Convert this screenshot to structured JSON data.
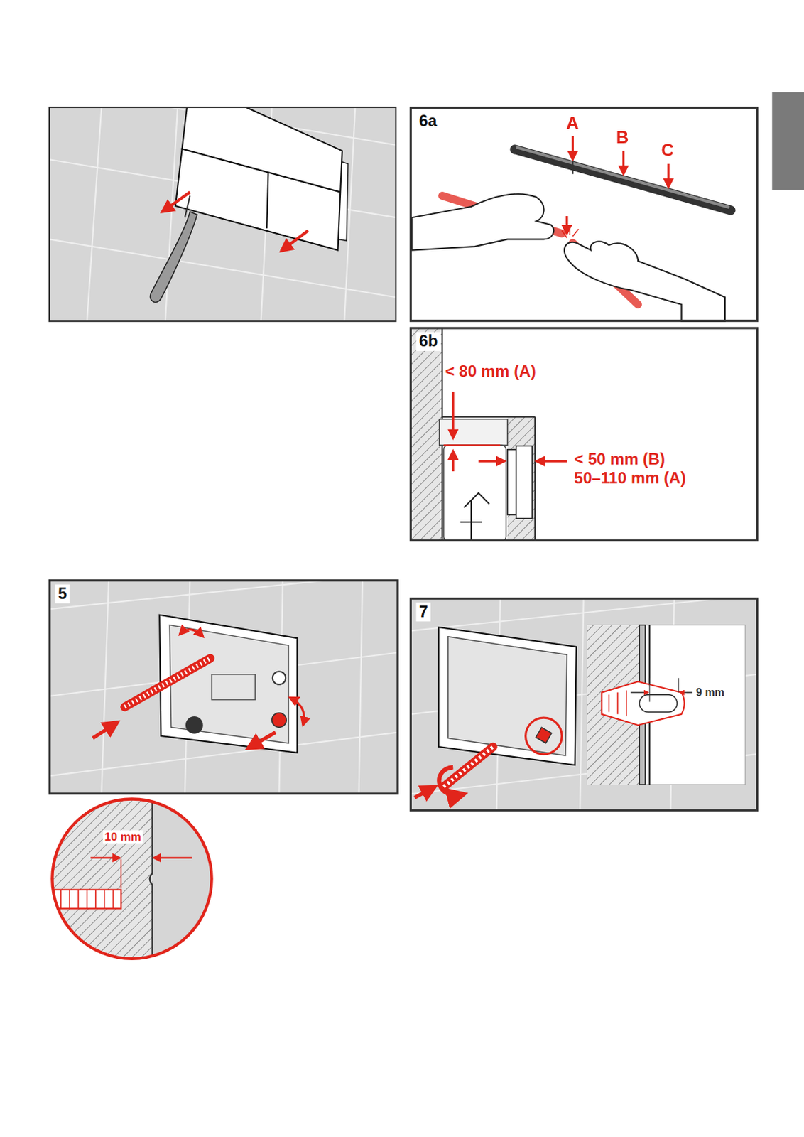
{
  "diagram": {
    "nodes": [
      {
        "text": [
          "6a"
        ]
      },
      {
        "text": [
          "6b"
        ]
      },
      {
        "text": [
          "5"
        ]
      },
      {
        "text": [
          "7"
        ]
      }
    ],
    "labels": [
      "A",
      "B",
      "C",
      "< 80 mm (A)",
      "< 50 mm (B)",
      "50–110 mm (A)",
      "10 mm",
      "9 mm"
    ]
  }
}
